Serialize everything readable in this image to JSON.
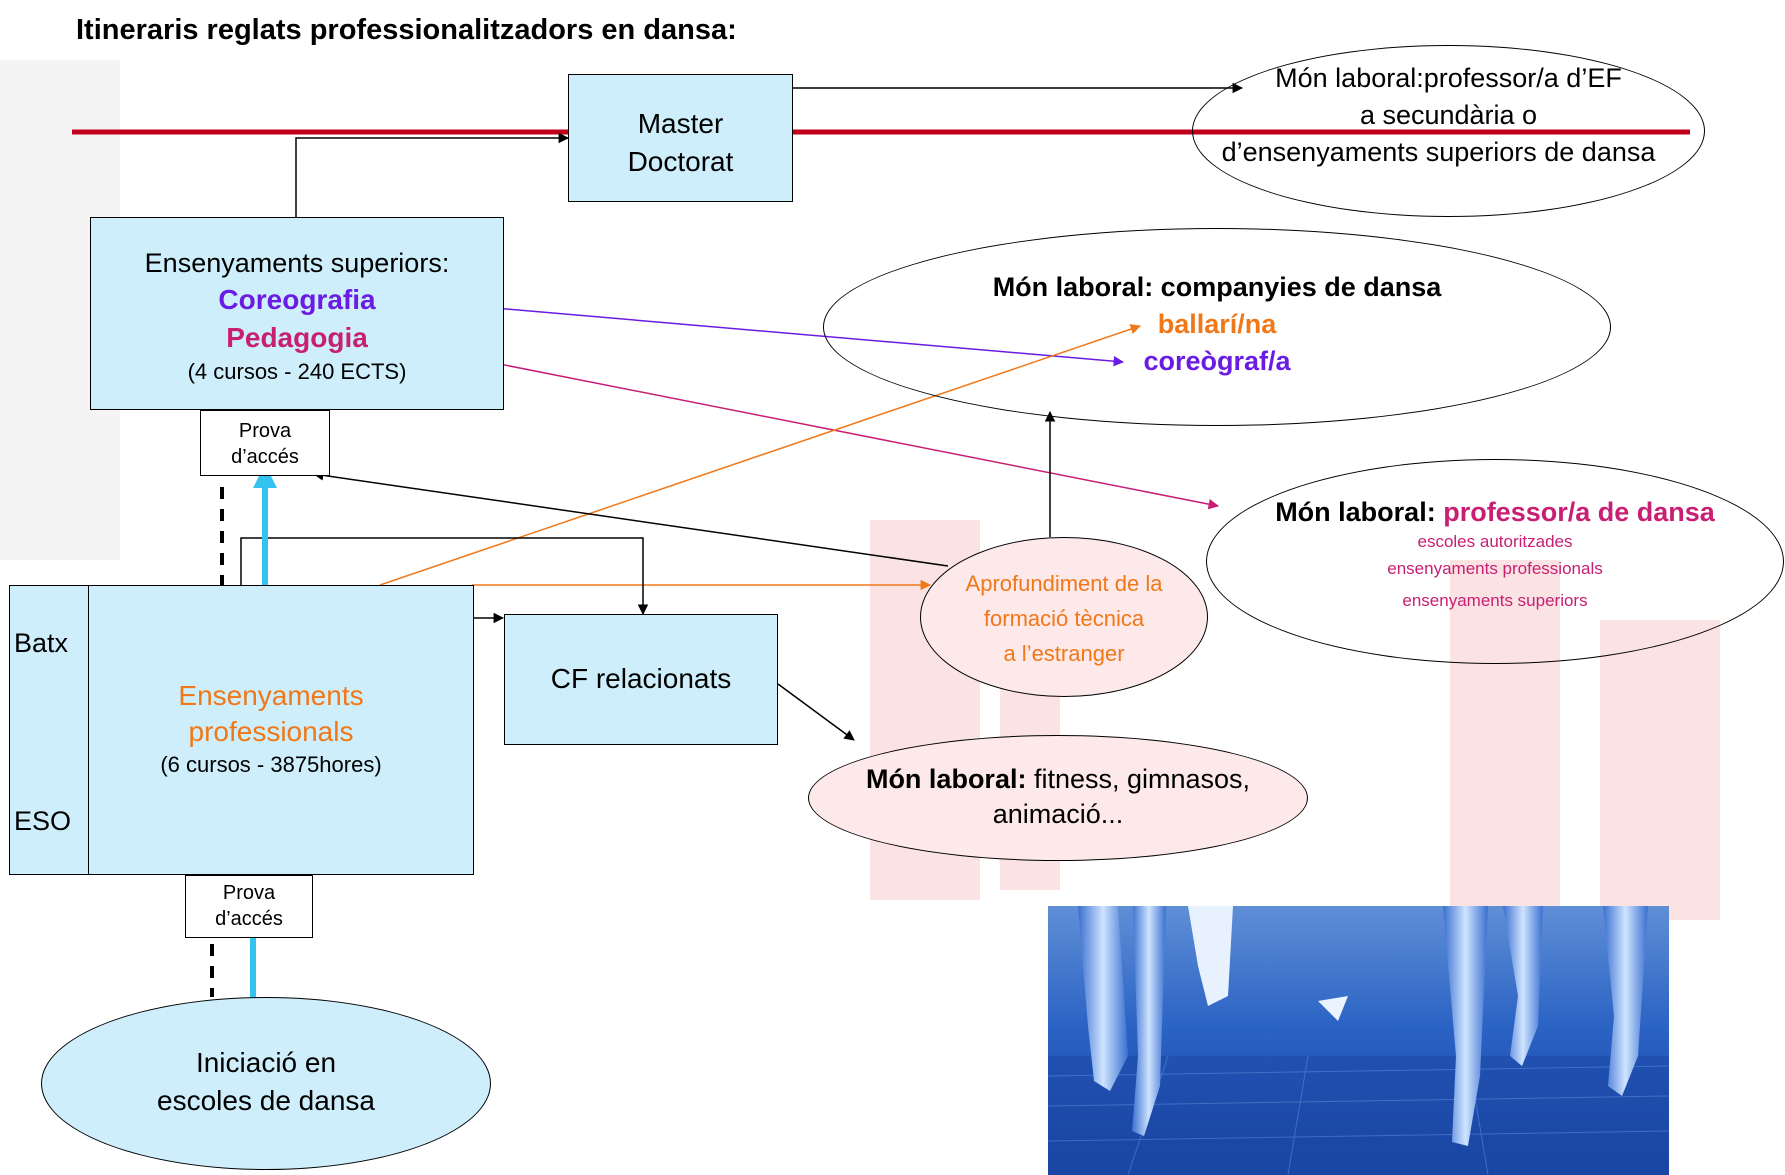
{
  "title": "Itineraris reglats professionalitzadors en dansa:",
  "colors": {
    "box_fill": "#cdeefa",
    "pink_fill": "#fde8ea",
    "purple": "#6a1be4",
    "magenta": "#c81e74",
    "orange": "#f07818",
    "red_line": "#c0001a",
    "cyan": "#33c3ee"
  },
  "nodes": {
    "master": [
      "Master",
      "Doctorat"
    ],
    "work_ef": [
      "Món laboral:professor/a d’EF",
      "a secundària o",
      "d’ensenyaments superiors de dansa"
    ],
    "superiors": {
      "heading": "Ensenyaments superiors:",
      "coreografia": "Coreografia",
      "pedagogia": "Pedagogia",
      "detail": "(4 cursos - 240 ECTS)"
    },
    "prova_top": [
      "Prova",
      "d’accés"
    ],
    "companies": {
      "heading": "Món laboral: companyies de dansa",
      "ballari": "ballarí/na",
      "coreograf": "coreògraf/a"
    },
    "professor": {
      "bold": "Món laboral:",
      "role": "professor/a de dansa",
      "lines": [
        "escoles autoritzades",
        "ensenyaments professionals",
        "ensenyaments superiors"
      ]
    },
    "aprofundiment": [
      "Aprofundiment de la",
      "formació tècnica",
      "a l’estranger"
    ],
    "batx": "Batx",
    "eso": "ESO",
    "professionals": {
      "l1": "Ensenyaments",
      "l2": "professionals",
      "detail": "(6 cursos - 3875hores)"
    },
    "cf": "CF relacionats",
    "fitness": {
      "bold": "Món laboral:",
      "rest": " fitness, gimnasos,",
      "line2": "animació..."
    },
    "prova_bottom": [
      "Prova",
      "d’accés"
    ],
    "iniciacio": [
      "Iniciació en",
      "escoles de dansa"
    ]
  }
}
